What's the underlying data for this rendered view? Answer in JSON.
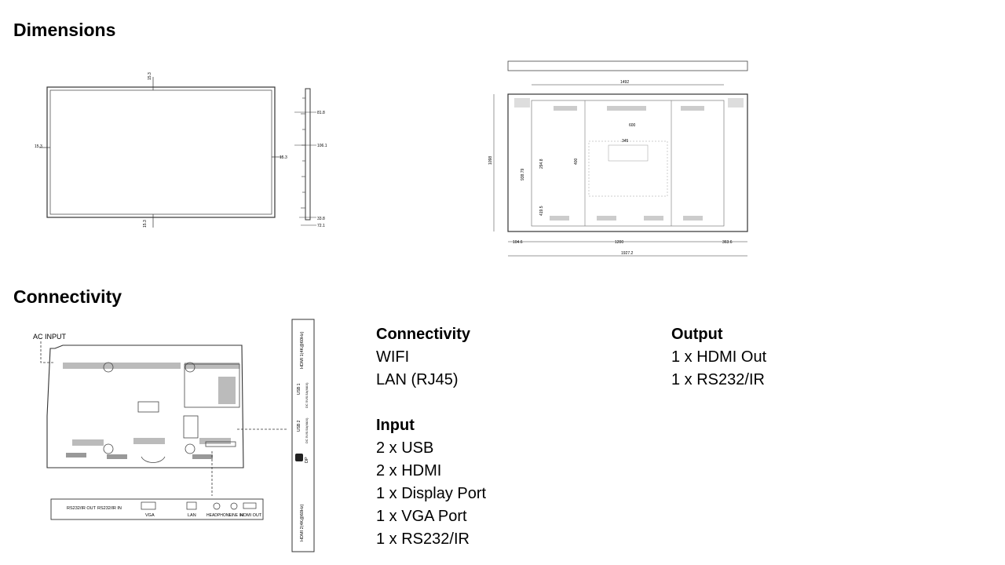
{
  "sections": {
    "dimensions_title": "Dimensions",
    "connectivity_title": "Connectivity"
  },
  "front_view": {
    "top": "15.3",
    "bottom": "15.3",
    "left": "15.3",
    "right": "15.3"
  },
  "side_view": {
    "d1": "81.8",
    "d2": "106.1",
    "d3": "33.8",
    "d4": "72.1"
  },
  "rear_view": {
    "width_inner": "1492",
    "height": "1098",
    "h1": "938.79",
    "h2": "294.8",
    "h3": "419.5",
    "h4": "400",
    "w600": "600",
    "w345": "345",
    "left_offset": "104.6",
    "center_width": "1200",
    "right_offset": "363.6",
    "total_width": "1927.2"
  },
  "ports": {
    "ac_input": "AC INPUT",
    "bottom": [
      "RS232/IR OUT",
      "RS232/IR IN",
      "VGA",
      "LAN",
      "HEADPHONE",
      "LINE IN",
      "HDMI OUT"
    ],
    "side": {
      "hdmi1": "HDMI 1(4K@60Hz)",
      "usb1": "USB 1",
      "usb1_spec": "DC 5V/0.5A(MAX)",
      "usb2": "USB 2",
      "usb2_spec": "DC 5V/0.5A(MAX)",
      "dp": "DP",
      "hdmi2": "HDMI 2(4K@60Hz)"
    }
  },
  "connectivity": {
    "title": "Connectivity",
    "items": [
      "WIFI",
      "LAN (RJ45)"
    ]
  },
  "input": {
    "title": "Input",
    "items": [
      "2 x USB",
      "2 x HDMI",
      "1 x Display Port",
      "1 x VGA Port",
      "1 x RS232/IR"
    ]
  },
  "output": {
    "title": "Output",
    "items": [
      "1 x HDMI Out",
      "1 x RS232/IR"
    ]
  }
}
